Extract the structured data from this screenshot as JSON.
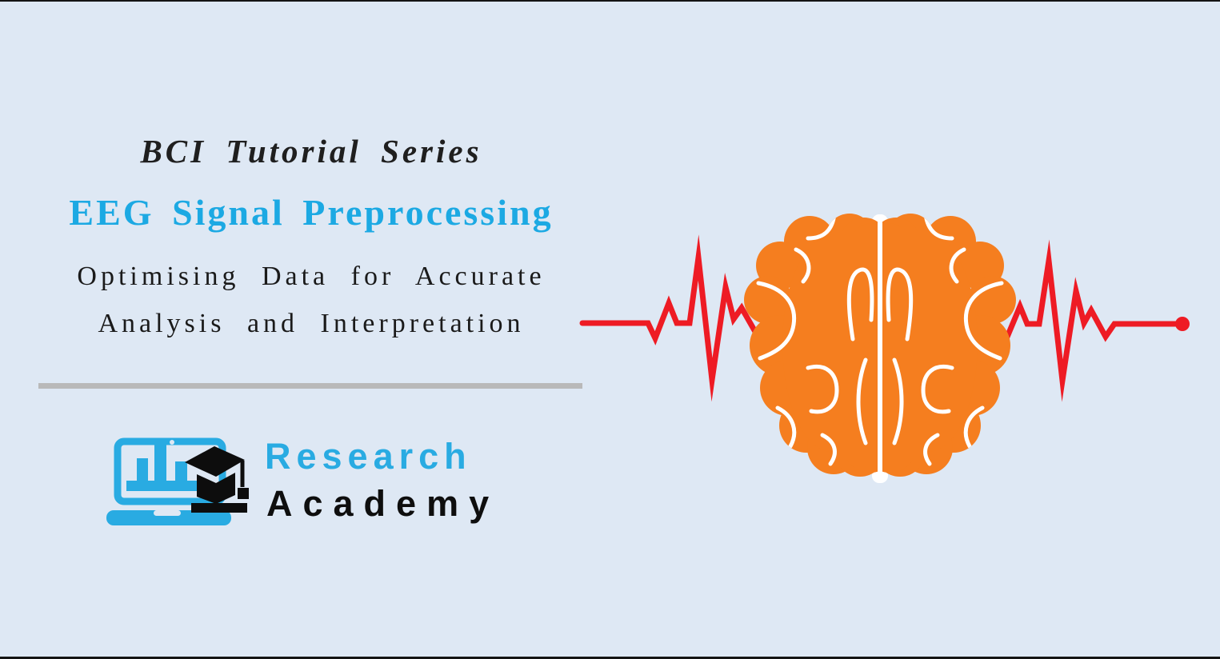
{
  "hero": {
    "series_title": "BCI Tutorial Series",
    "main_title": "EEG Signal Preprocessing",
    "subtitle_line1": "Optimising Data for Accurate",
    "subtitle_line2": "Analysis and Interpretation"
  },
  "brand": {
    "name_top": "Research",
    "name_bottom": "Academy",
    "icon": "laptop-chart-graduation-cap-icon"
  },
  "illustration": {
    "brain": "orange-brain-top-view-icon",
    "pulse": "red-eeg-pulse-waveform-icon"
  },
  "colors": {
    "background": "#dee8f4",
    "heading_blue": "#1ca9e3",
    "brand_blue": "#29abe2",
    "brand_black": "#0e0e0e",
    "brain_orange": "#f57e1f",
    "pulse_red": "#ee1b24",
    "divider_gray": "#b9b9b9",
    "text_dark": "#1f1f1f"
  }
}
